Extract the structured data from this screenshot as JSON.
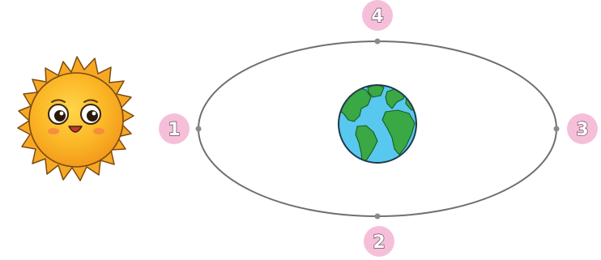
{
  "positions": [
    {
      "label": "1"
    },
    {
      "label": "2"
    },
    {
      "label": "3"
    },
    {
      "label": "4"
    }
  ],
  "colors": {
    "orbit": "#6f6f6f",
    "badge": "#f6bfd9",
    "sun": "#f7a823",
    "ocean": "#58c8ef",
    "land": "#39a845"
  }
}
